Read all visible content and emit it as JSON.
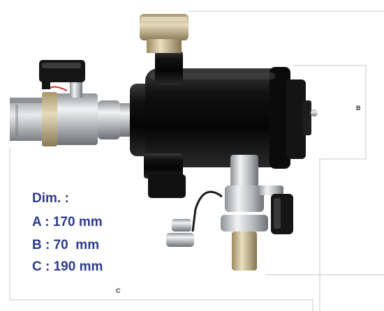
{
  "dimensions": {
    "heading": "Dim. :",
    "rows": [
      {
        "letter": "A",
        "text": "A : 170 mm"
      },
      {
        "letter": "B",
        "text": "B : 70  mm"
      },
      {
        "letter": "C",
        "text": "C : 190 mm"
      }
    ]
  },
  "labels": {
    "b": "B",
    "c": "C"
  },
  "colors": {
    "text_accent": "#2d3a8c",
    "body": "#111111",
    "brass": "#c9b98d",
    "chrome": "#d5d8db"
  }
}
